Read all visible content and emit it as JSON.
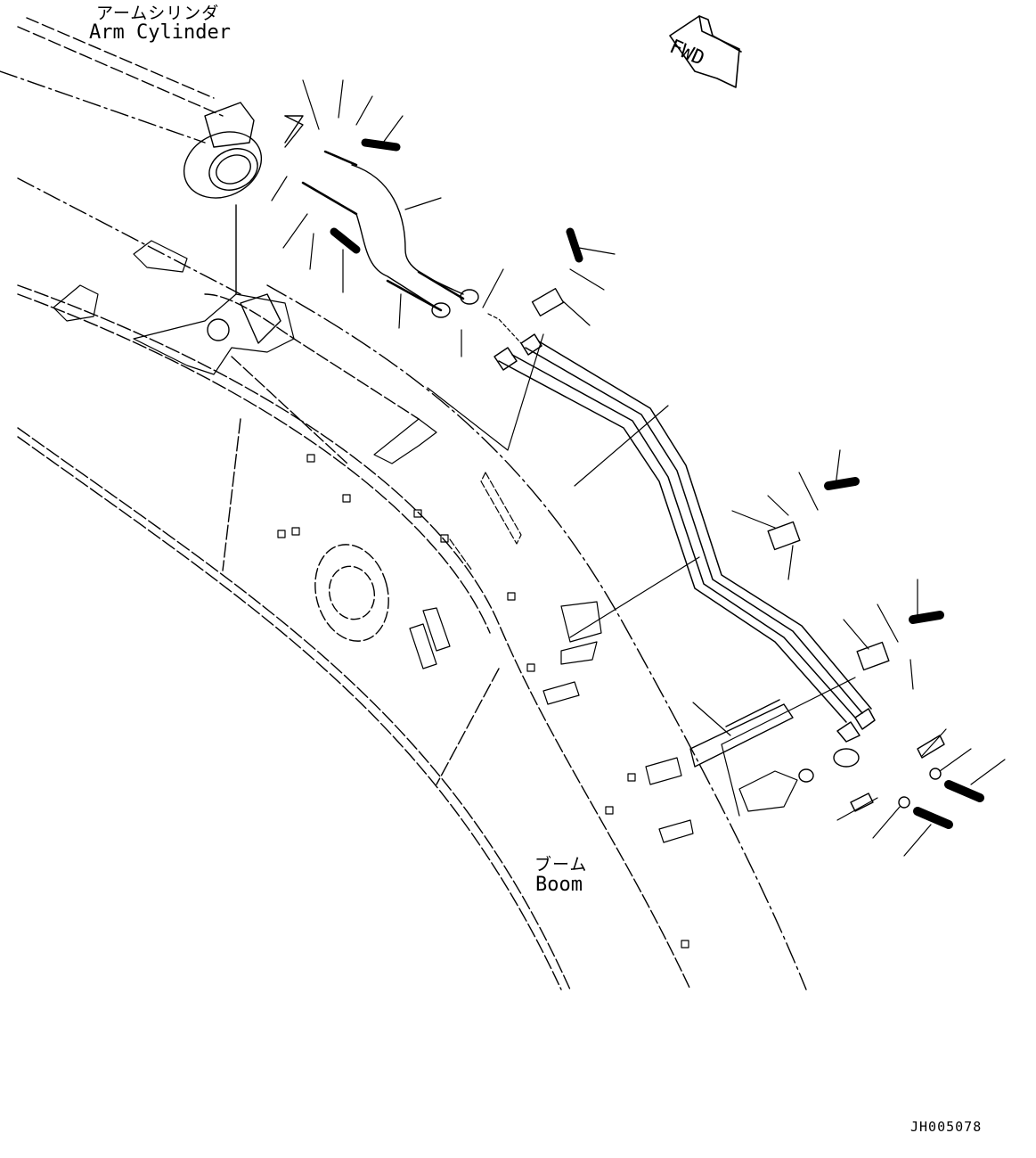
{
  "labels": {
    "arm_cylinder_jp": "アームシリンダ",
    "arm_cylinder_en": "Arm Cylinder",
    "boom_jp": "ブーム",
    "boom_en": "Boom",
    "fwd": "FWD",
    "drawing_code": "JH005078"
  },
  "icons": [
    "fwd-arrow-icon"
  ]
}
